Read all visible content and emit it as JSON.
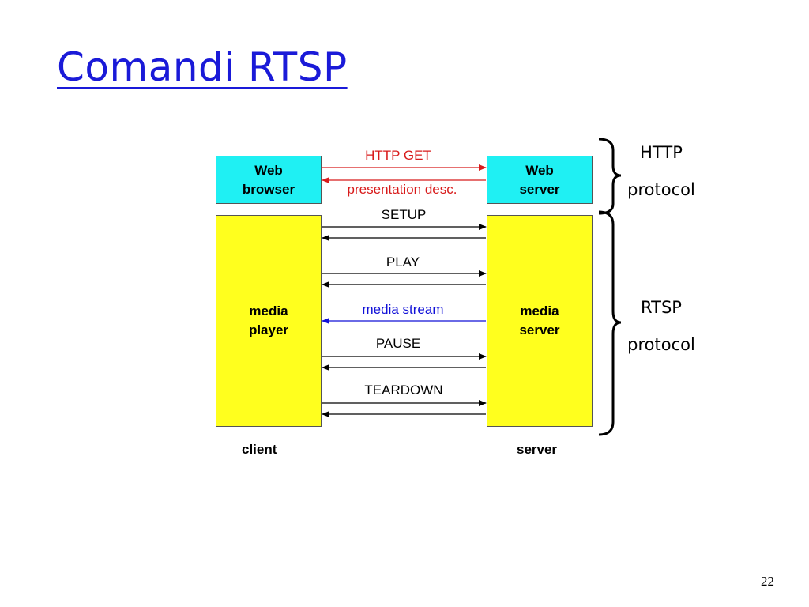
{
  "title": "Comandi RTSP",
  "boxes": {
    "web_browser": "Web\nbrowser",
    "web_server": "Web\nserver",
    "media_player": "media\nplayer",
    "media_server": "media\nserver"
  },
  "messages": {
    "http_get": "HTTP GET",
    "presentation_desc": "presentation desc.",
    "setup": "SETUP",
    "play": "PLAY",
    "media_stream": "media stream",
    "pause": "PAUSE",
    "teardown": "TEARDOWN"
  },
  "side_labels": {
    "http_line1": "HTTP",
    "http_line2": "protocol",
    "rtsp_line1": "RTSP",
    "rtsp_line2": "protocol"
  },
  "footer": {
    "client": "client",
    "server": "server"
  },
  "page_number": "22",
  "colors": {
    "title": "#1a1ad8",
    "http_arrows": "#d81b1b",
    "media_stream": "#1010d8",
    "web_boxes": "#1ff0f3",
    "media_boxes": "#ffff1e"
  }
}
